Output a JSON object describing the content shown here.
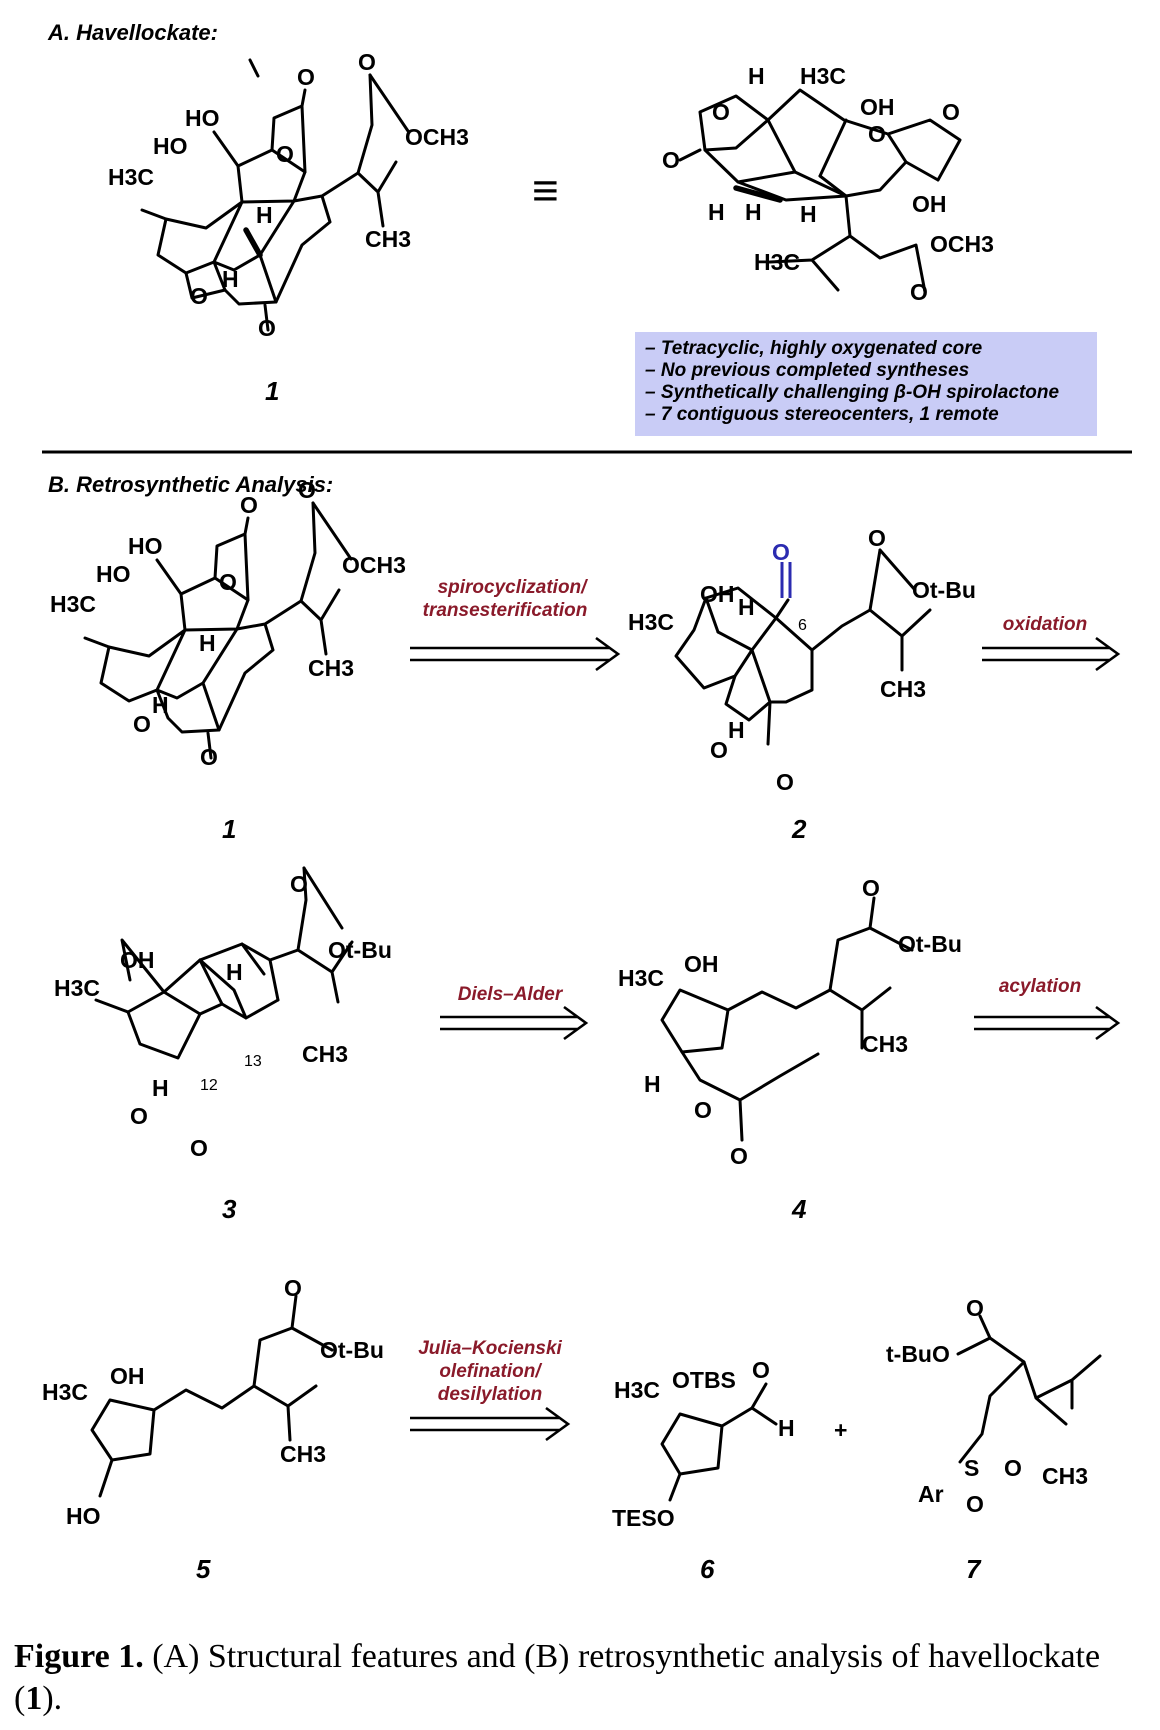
{
  "section_a": {
    "heading": "A. Havellockate:"
  },
  "section_b": {
    "heading": "B. Retrosynthetic Analysis:"
  },
  "features": [
    "– Tetracyclic, highly oxygenated core",
    "– No previous completed syntheses",
    "– Synthetically challenging β-OH spirolactone",
    "– 7 contiguous stereocenters, 1 remote"
  ],
  "equiv_symbol": "≡",
  "compounds": {
    "c1": "1",
    "c2": "2",
    "c3": "3",
    "c4": "4",
    "c5": "5",
    "c6": "6",
    "c7": "7"
  },
  "reactions": {
    "r1_line1": "spirocyclization/",
    "r1_line2": "transesterification",
    "r2": "oxidation",
    "r3": "Diels–Alder",
    "r4": "acylation",
    "r5_line1": "Julia–Kocienski",
    "r5_line2": "olefination/",
    "r5_line3": "desilylation"
  },
  "atoms": {
    "HO": "HO",
    "OH": "OH",
    "O": "O",
    "H": "H",
    "H3C": "H3C",
    "CH3": "CH3",
    "OCH3": "OCH3",
    "OtBu": "Ot-Bu",
    "tBuO": "t-BuO",
    "OTBS": "OTBS",
    "TESO": "TESO",
    "Ar": "Ar",
    "S": "S",
    "plus": "+",
    "n6": "6",
    "n12": "12",
    "n13": "13"
  },
  "caption": {
    "label": "Figure 1.",
    "text_before": " (A) Structural features and (B) retrosynthetic analysis of havellockate (",
    "compound": "1",
    "text_after": ")."
  },
  "colors": {
    "reaction_label": "#8a1a2a",
    "feature_box": "#c9ccf6",
    "ketone_highlight": "#2b2bb0"
  }
}
